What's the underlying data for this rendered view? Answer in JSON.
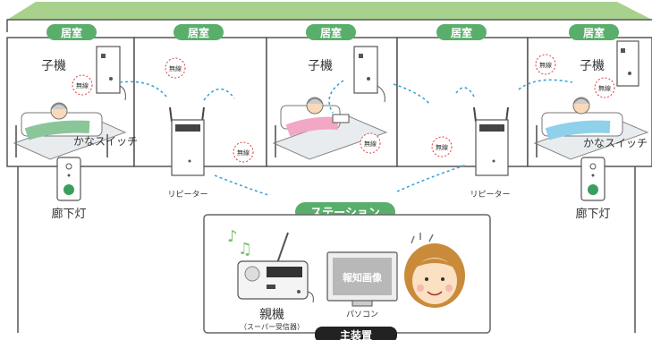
{
  "rooms": {
    "label": "居室",
    "items": [
      {
        "label": "居室"
      },
      {
        "label": "居室"
      },
      {
        "label": "居室"
      },
      {
        "label": "居室"
      },
      {
        "label": "居室"
      }
    ]
  },
  "devices": {
    "child_unit": "子機",
    "wireless": "無線",
    "repeater": "リピーター",
    "kana_switch": "かなスイッチ",
    "corridor_light": "廊下灯"
  },
  "station": {
    "label": "ステーション",
    "main_unit_label": "親機",
    "main_unit_sub": "（スーパー受信器）",
    "pc_label": "パソコン",
    "pc_screen": "報知画像",
    "bottom_label": "主装置"
  },
  "colors": {
    "green": "#5aae6b",
    "roof": "#a9d18e",
    "wave": "#3aa6d8",
    "badge_ring": "#e33b3b"
  }
}
